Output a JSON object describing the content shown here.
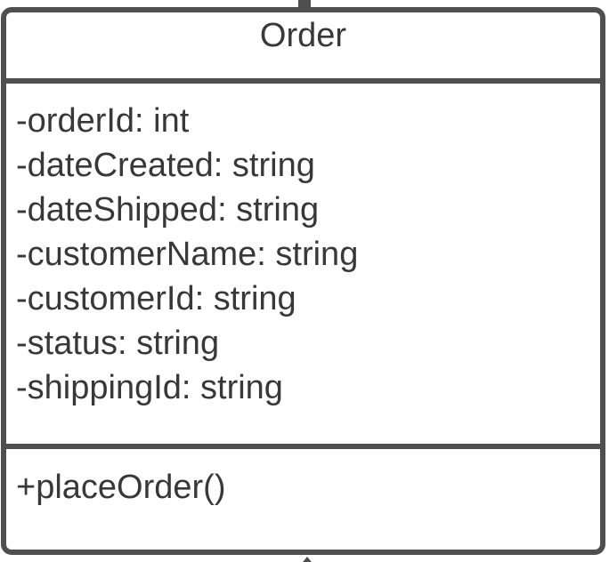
{
  "uml_class": {
    "name": "Order",
    "attributes": [
      "-orderId: int",
      "-dateCreated: string",
      "-dateShipped: string",
      "-customerName: string",
      "-customerId: string",
      "-status: string",
      "-shippingId: string"
    ],
    "methods": [
      "+placeOrder()"
    ]
  },
  "connectors": {
    "top": "connector-line-stub-top-edge",
    "bottom": "arrowhead-tip-bottom-edge"
  },
  "colors": {
    "stroke": "#4f4f4f",
    "text": "#383838",
    "background": "#ffffff"
  }
}
